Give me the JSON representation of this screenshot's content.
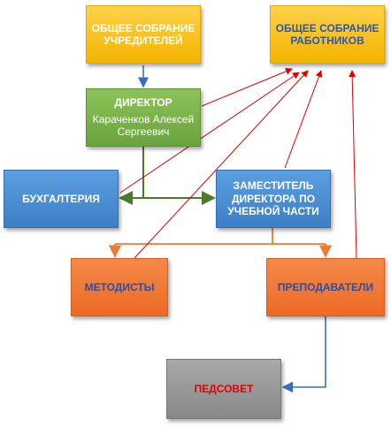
{
  "boxes": {
    "founders": "ОБЩЕЕ СОБРАНИЕ УЧРЕДИТЕЛЕЙ",
    "workers": "ОБЩЕЕ СОБРАНИЕ РАБОТНИКОВ",
    "director_title": "ДИРЕКТОР",
    "director_name": "Караченков Алексей Сергеевич",
    "accounting": "БУХГАЛТЕРИЯ",
    "deputy": "ЗАМЕСТИТЕЛЬ ДИРЕКТОРА ПО УЧЕБНОЙ ЧАСТИ",
    "methodists": "МЕТОДИСТЫ",
    "teachers": "ПРЕПОДАВАТЕЛИ",
    "council": "ПЕДСОВЕТ"
  },
  "colors": {
    "yellow": "#f4b400",
    "green": "#6aa43c",
    "blue": "#3d7fc7",
    "orange": "#ec6a24",
    "gray": "#888888",
    "arrow_red": "#e00000",
    "arrow_green": "#4a7a2a",
    "arrow_orange": "#ec7a30",
    "arrow_blue": "#3c6bc4"
  }
}
